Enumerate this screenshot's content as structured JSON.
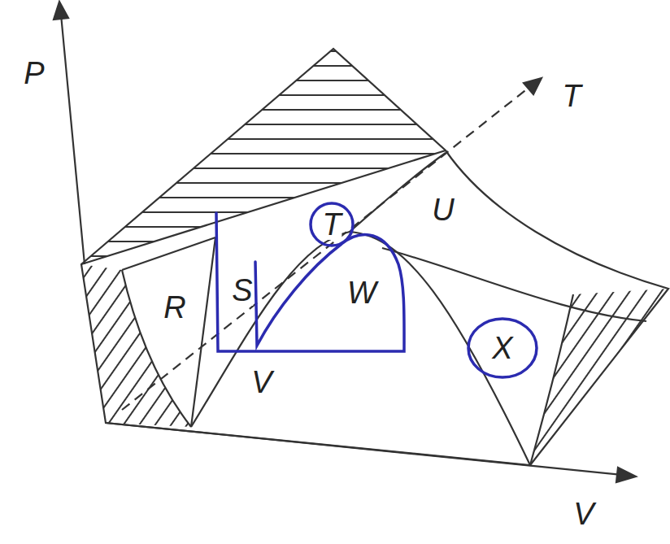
{
  "diagram": {
    "labels": [
      "P",
      "T",
      "U",
      "R",
      "S",
      "T",
      "W",
      "X",
      "V",
      "V"
    ]
  }
}
